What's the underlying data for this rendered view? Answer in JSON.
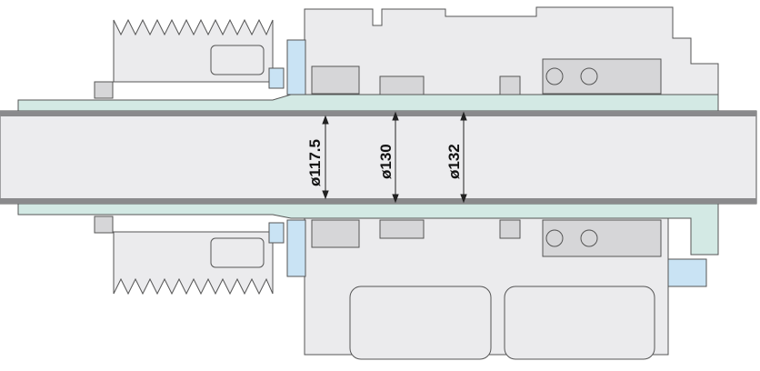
{
  "drawing": {
    "dimensions": [
      {
        "label": "ø117.5"
      },
      {
        "label": "ø130"
      },
      {
        "label": "ø132"
      }
    ],
    "colors": {
      "housing": "#ebebed",
      "shaft": "#d3e9e4",
      "seal": "#c9e3f4",
      "bearing": "#d6d6d8",
      "bore": "#ececee",
      "outline": "#555555"
    }
  }
}
